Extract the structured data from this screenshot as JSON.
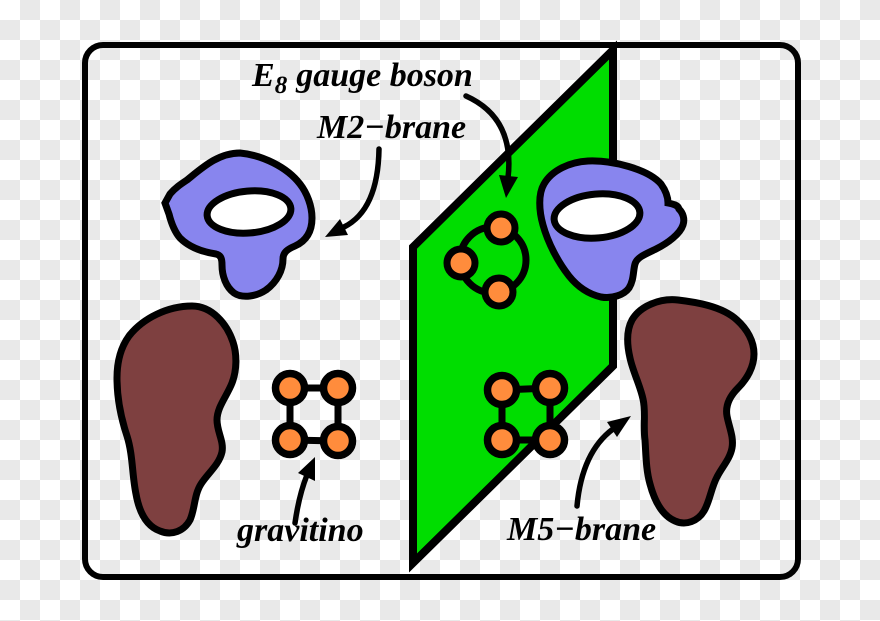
{
  "diagram": {
    "labels": {
      "e8_prefix": "E",
      "e8_sub": "8",
      "e8_suffix": "gauge boson",
      "m2": "M2−brane",
      "gravitino": "gravitino",
      "m5": "M5−brane"
    },
    "colors": {
      "plane_green": "#00dd00",
      "brane_blue": "#8885ee",
      "brane_brown": "#7e4040",
      "particle_orange": "#ff8c3c",
      "outline": "#000000",
      "checker_gray": "#e9e9e9"
    }
  }
}
